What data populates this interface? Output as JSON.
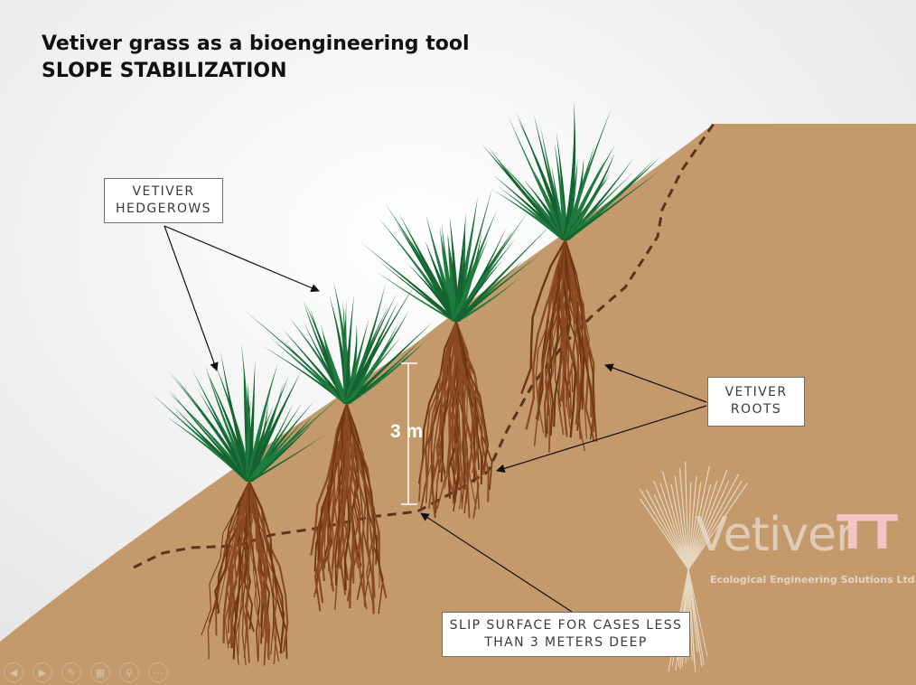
{
  "title": {
    "line1": "Vetiver grass as a bioengineering tool",
    "line2": "SLOPE STABILIZATION"
  },
  "callouts": {
    "hedgerows": [
      "VETIVER",
      "HEDGEROWS"
    ],
    "roots": [
      "VETIVER",
      "ROOTS"
    ],
    "slip_surface": [
      "SLIP SURFACE FOR CASES LESS",
      "THAN 3 METERS DEEP"
    ]
  },
  "measurement": {
    "label": "3 m"
  },
  "logo": {
    "word": "Vetiver",
    "mark": "TT",
    "tagline": "Ecological Engineering Solutions Ltd"
  },
  "colors": {
    "soil": "#c49a6c",
    "grass": "#1e7a3e",
    "roots": "#8b4a22",
    "slip_line": "#5a3319",
    "sky": "#f2f2f2",
    "logo_accent": "#f2c4c4"
  },
  "toolbar": [
    {
      "icon": "previous-icon",
      "glyph": "◀"
    },
    {
      "icon": "next-icon",
      "glyph": "▶"
    },
    {
      "icon": "pen-icon",
      "glyph": "✎"
    },
    {
      "icon": "slides-grid-icon",
      "glyph": "▦"
    },
    {
      "icon": "zoom-icon",
      "glyph": "⚲"
    },
    {
      "icon": "more-options-icon",
      "glyph": "⋯"
    }
  ]
}
